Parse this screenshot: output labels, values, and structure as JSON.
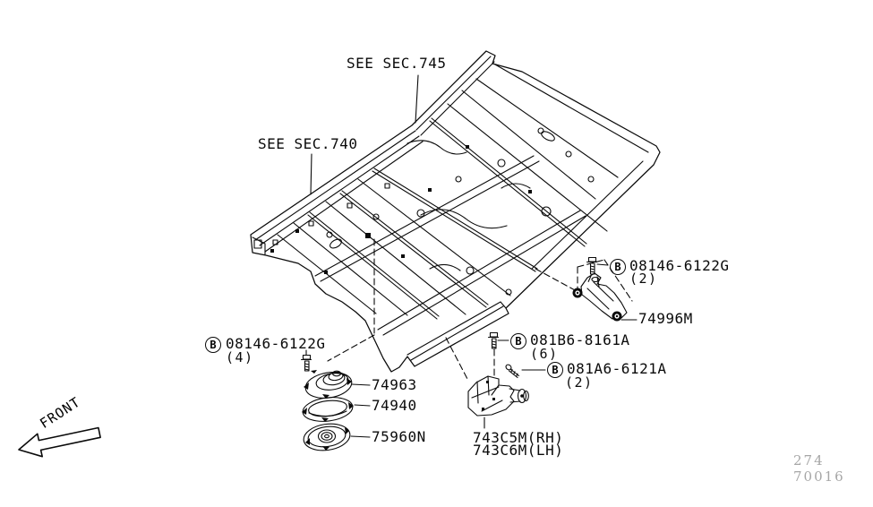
{
  "refs": {
    "sec745": "SEE SEC.745",
    "sec740": "SEE SEC.740"
  },
  "orientation": {
    "front": "FRONT"
  },
  "watermark": "274 70016",
  "callouts": {
    "b1": {
      "marker": "B",
      "code": "08146-6122G",
      "qty": "(2)"
    },
    "b2": {
      "marker": "B",
      "code": "081B6-8161A",
      "qty": "(6)"
    },
    "b3": {
      "marker": "B",
      "code": "081A6-6121A",
      "qty": "(2)"
    },
    "b4": {
      "marker": "B",
      "code": "08146-6122G",
      "qty": "(4)"
    }
  },
  "parts": {
    "bracket_right": "74996M",
    "insulator_boot": "74963",
    "gasket_ring": "74940",
    "hole_cover": "75960N",
    "bracket_rh": "743C5M(RH)",
    "bracket_lh": "743C6M(LH)"
  }
}
